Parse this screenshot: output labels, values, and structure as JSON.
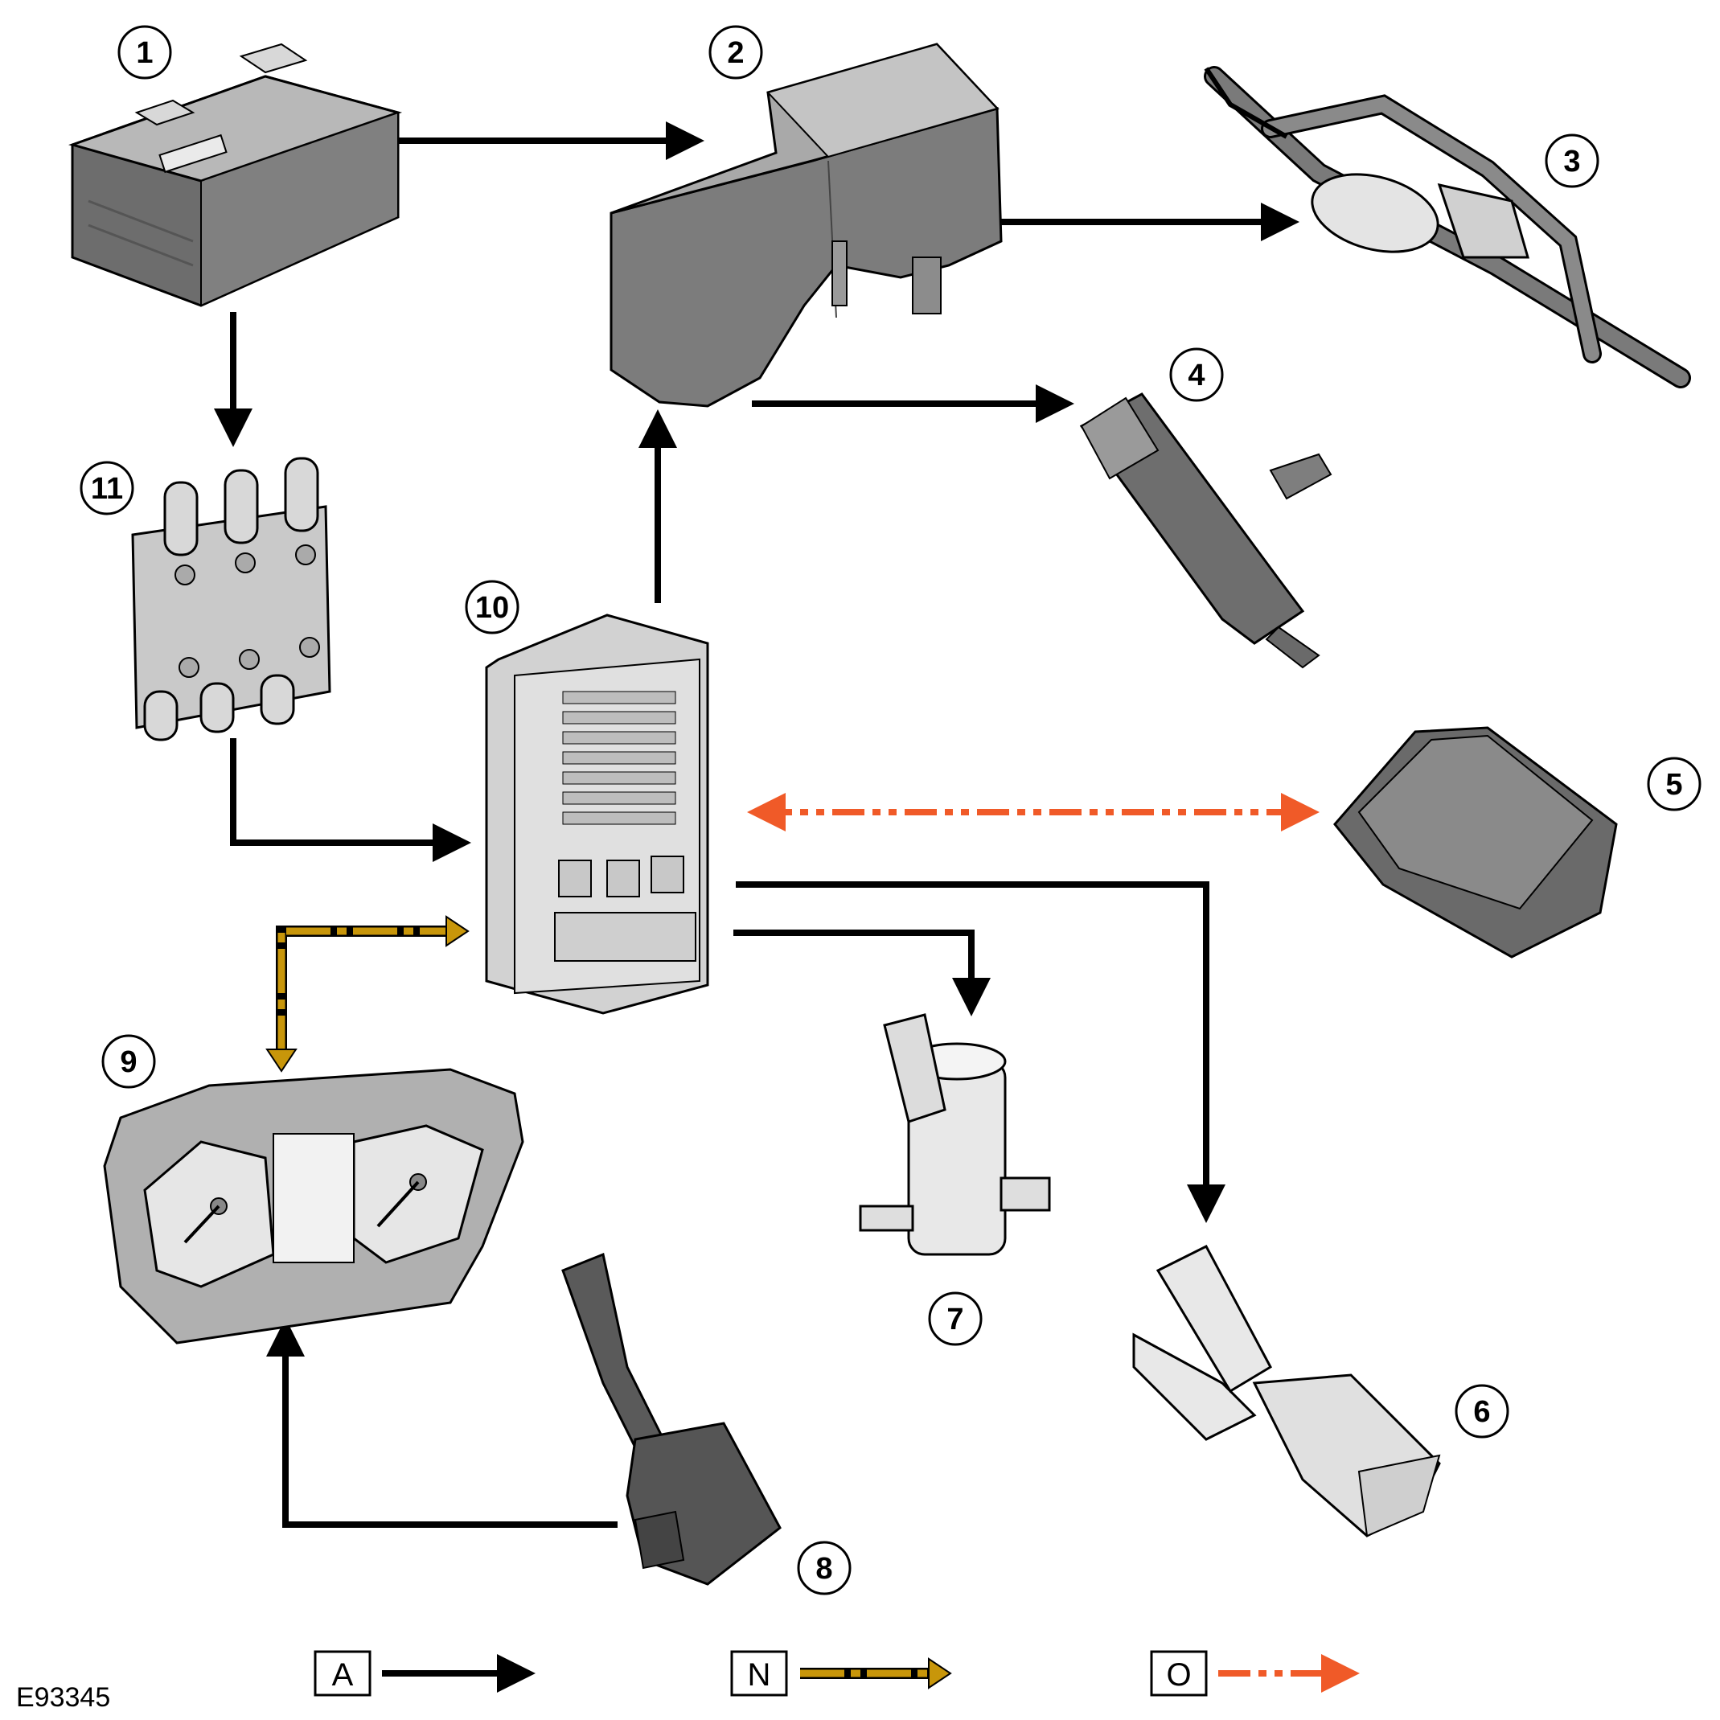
{
  "figure_id": "E93345",
  "components": {
    "c1": "1",
    "c2": "2",
    "c3": "3",
    "c4": "4",
    "c5": "5",
    "c6": "6",
    "c7": "7",
    "c8": "8",
    "c9": "9",
    "c10": "10",
    "c11": "11"
  },
  "legend": [
    {
      "letter": "A",
      "style": "solid",
      "color": "#000000"
    },
    {
      "letter": "N",
      "style": "dashed-gold",
      "color": "#c8960a"
    },
    {
      "letter": "O",
      "style": "dash-dot",
      "color": "#f05a28"
    }
  ],
  "colors": {
    "part_dark": "#7a7a7a",
    "part_mid": "#9a9a9a",
    "part_light": "#cfcfcf",
    "part_white": "#ececec",
    "line": "#000000",
    "gold": "#c8960a",
    "orange": "#f05a28"
  }
}
